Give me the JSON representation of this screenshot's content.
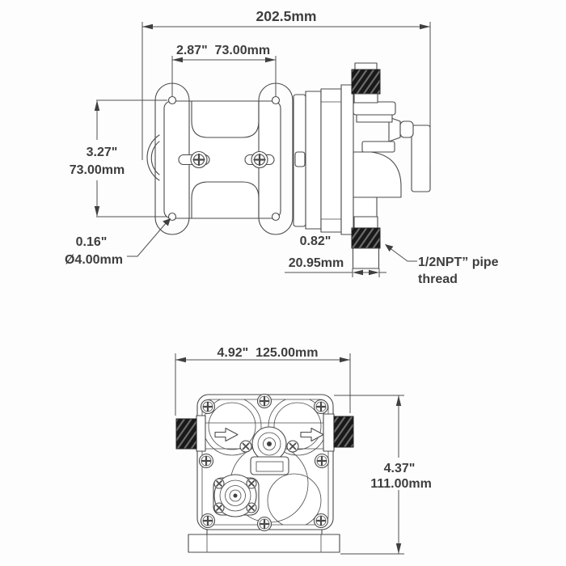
{
  "drawing": {
    "title": "diaphragm pump dimensional drawing",
    "line_color": "#4a4a4a",
    "text_color": "#3e3e3e",
    "side_view": {
      "overall_length": "202.5mm",
      "bolt_spacing_horizontal": "2.87\"  73.00mm",
      "bolt_spacing_vertical_in": "3.27\"",
      "bolt_spacing_vertical_mm": "73.00mm",
      "bolt_hole_diameter_in": "0.16\"",
      "bolt_hole_diameter_mm": "Ø4.00mm",
      "port_thread_length_in": "0.82\"",
      "port_thread_length_mm": "20.95mm",
      "port_callout_line1": "1/2NPT” pipe",
      "port_callout_line2": "thread"
    },
    "front_view": {
      "overall_width": "4.92\"  125.00mm",
      "overall_height_in": "4.37\"",
      "overall_height_mm": "111.00mm"
    }
  }
}
